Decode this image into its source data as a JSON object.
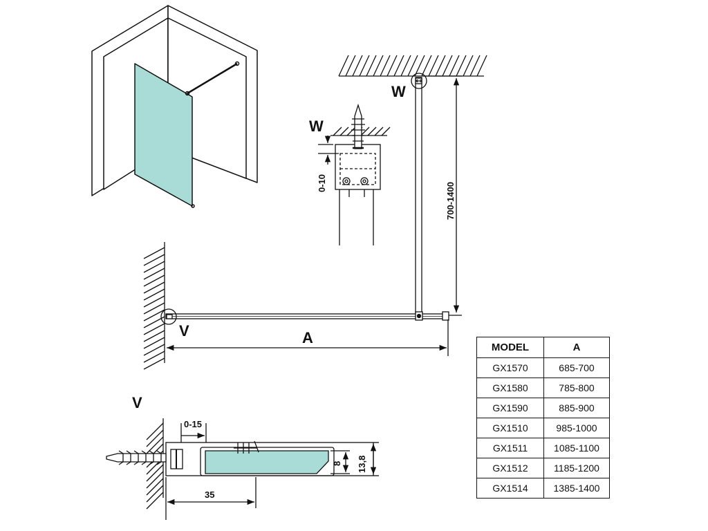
{
  "labels": {
    "w_main": "W",
    "w_detail": "W",
    "v_main": "V",
    "v_detail": "V",
    "a_dimension": "A",
    "height_range": "700-1400",
    "w_offset": "0-10",
    "v_offset": "0-15",
    "depth_35": "35",
    "glass_8": "8",
    "profile_13_8": "13,8"
  },
  "table": {
    "headers": [
      "MODEL",
      "A"
    ],
    "rows": [
      [
        "GX1570",
        "685-700"
      ],
      [
        "GX1580",
        "785-800"
      ],
      [
        "GX1590",
        "885-900"
      ],
      [
        "GX1510",
        "985-1000"
      ],
      [
        "GX1511",
        "1085-1100"
      ],
      [
        "GX1512",
        "1185-1200"
      ],
      [
        "GX1514",
        "1385-1400"
      ]
    ]
  },
  "colors": {
    "glass": "#a9dcd6",
    "line": "#111111",
    "wall_fill": "#ffffff"
  }
}
